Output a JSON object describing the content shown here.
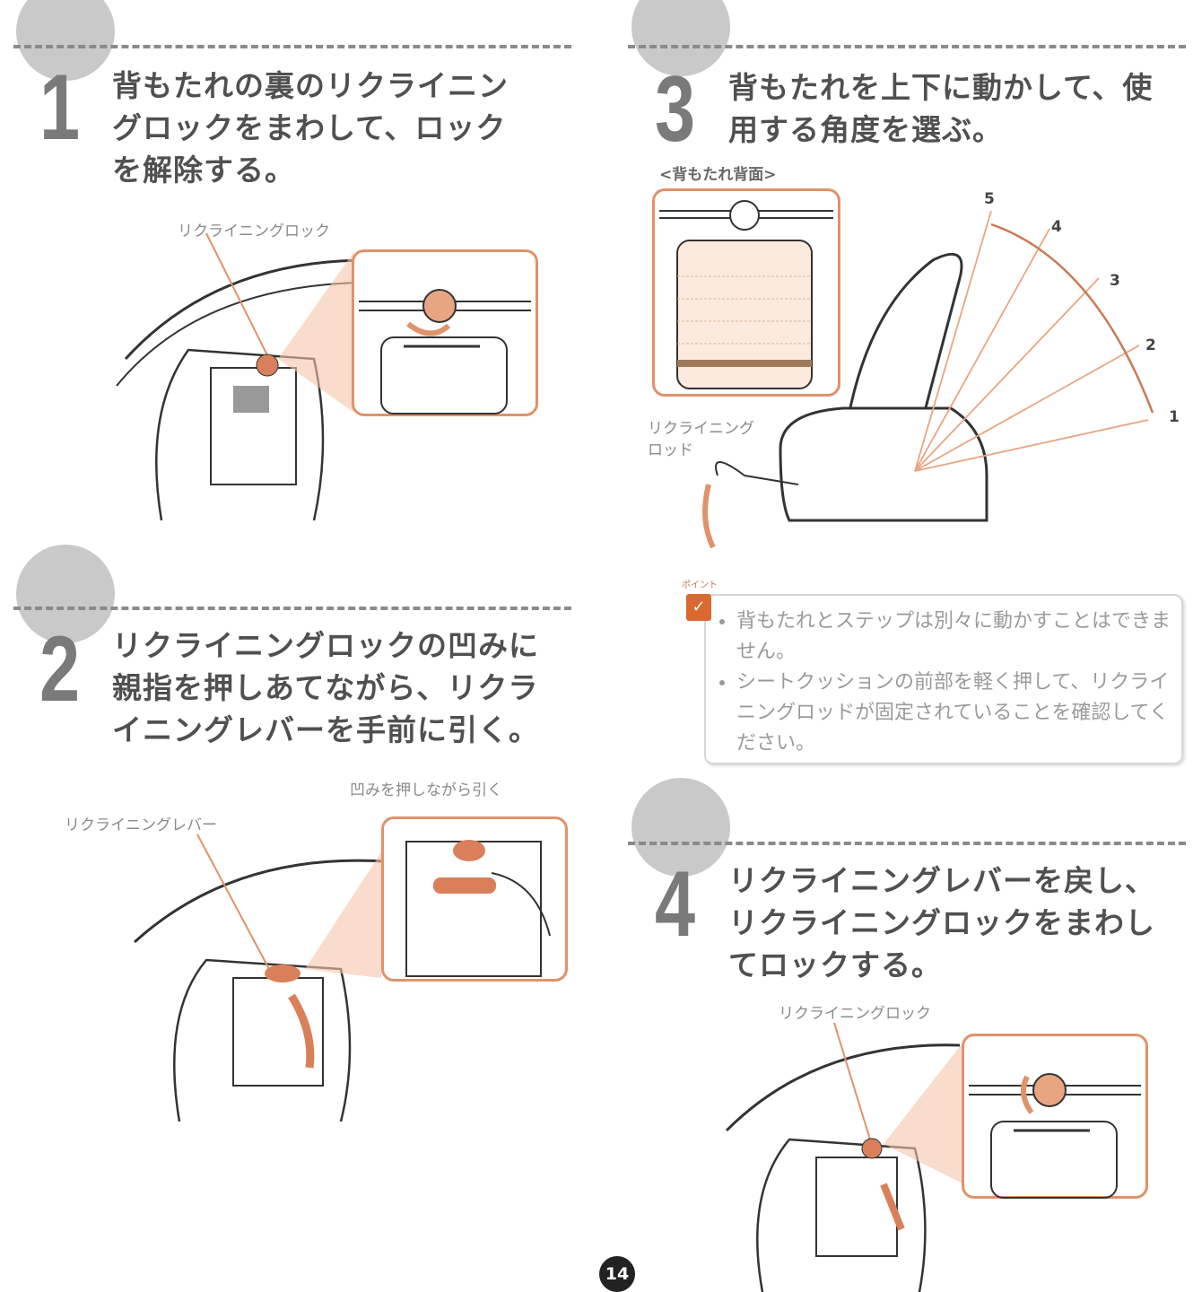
{
  "steps": [
    {
      "number": "1",
      "heading_lines": [
        "背もたれの裏のリクライニン",
        "グロックをまわして、ロック",
        "を解除する。"
      ],
      "callout": "リクライニングロック"
    },
    {
      "number": "2",
      "heading_lines": [
        "リクライニングロックの凹みに",
        "親指を押しあてながら、リクラ",
        "イニングレバーを手前に引く。"
      ],
      "callouts": [
        "凹みを押しながら引く",
        "リクライニングレバー"
      ]
    },
    {
      "number": "3",
      "heading_lines": [
        "背もたれを上下に動かして、使",
        "用する角度を選ぶ。"
      ],
      "inset_title": "<背もたれ背面>",
      "callout_lines": [
        "リクライニング",
        "ロッド"
      ],
      "angle_positions": [
        "1",
        "2",
        "3",
        "4",
        "5"
      ]
    },
    {
      "number": "4",
      "heading_lines": [
        "リクライニングレバーを戻し、",
        "リクライニングロックをまわし",
        "てロックする。"
      ],
      "callout": "リクライニングロック"
    }
  ],
  "note": {
    "label": "ポイント",
    "items": [
      "背もたれとステップは別々に動かすことはできません。",
      "シートクッションの前部を軽く押して、リクライニングロッドが固定されていることを確認してください。"
    ]
  },
  "page_number": "14",
  "colors": {
    "accent": "#e0926a",
    "number_gray": "#7a7a7a",
    "circle_gray": "#c9c9c9"
  }
}
